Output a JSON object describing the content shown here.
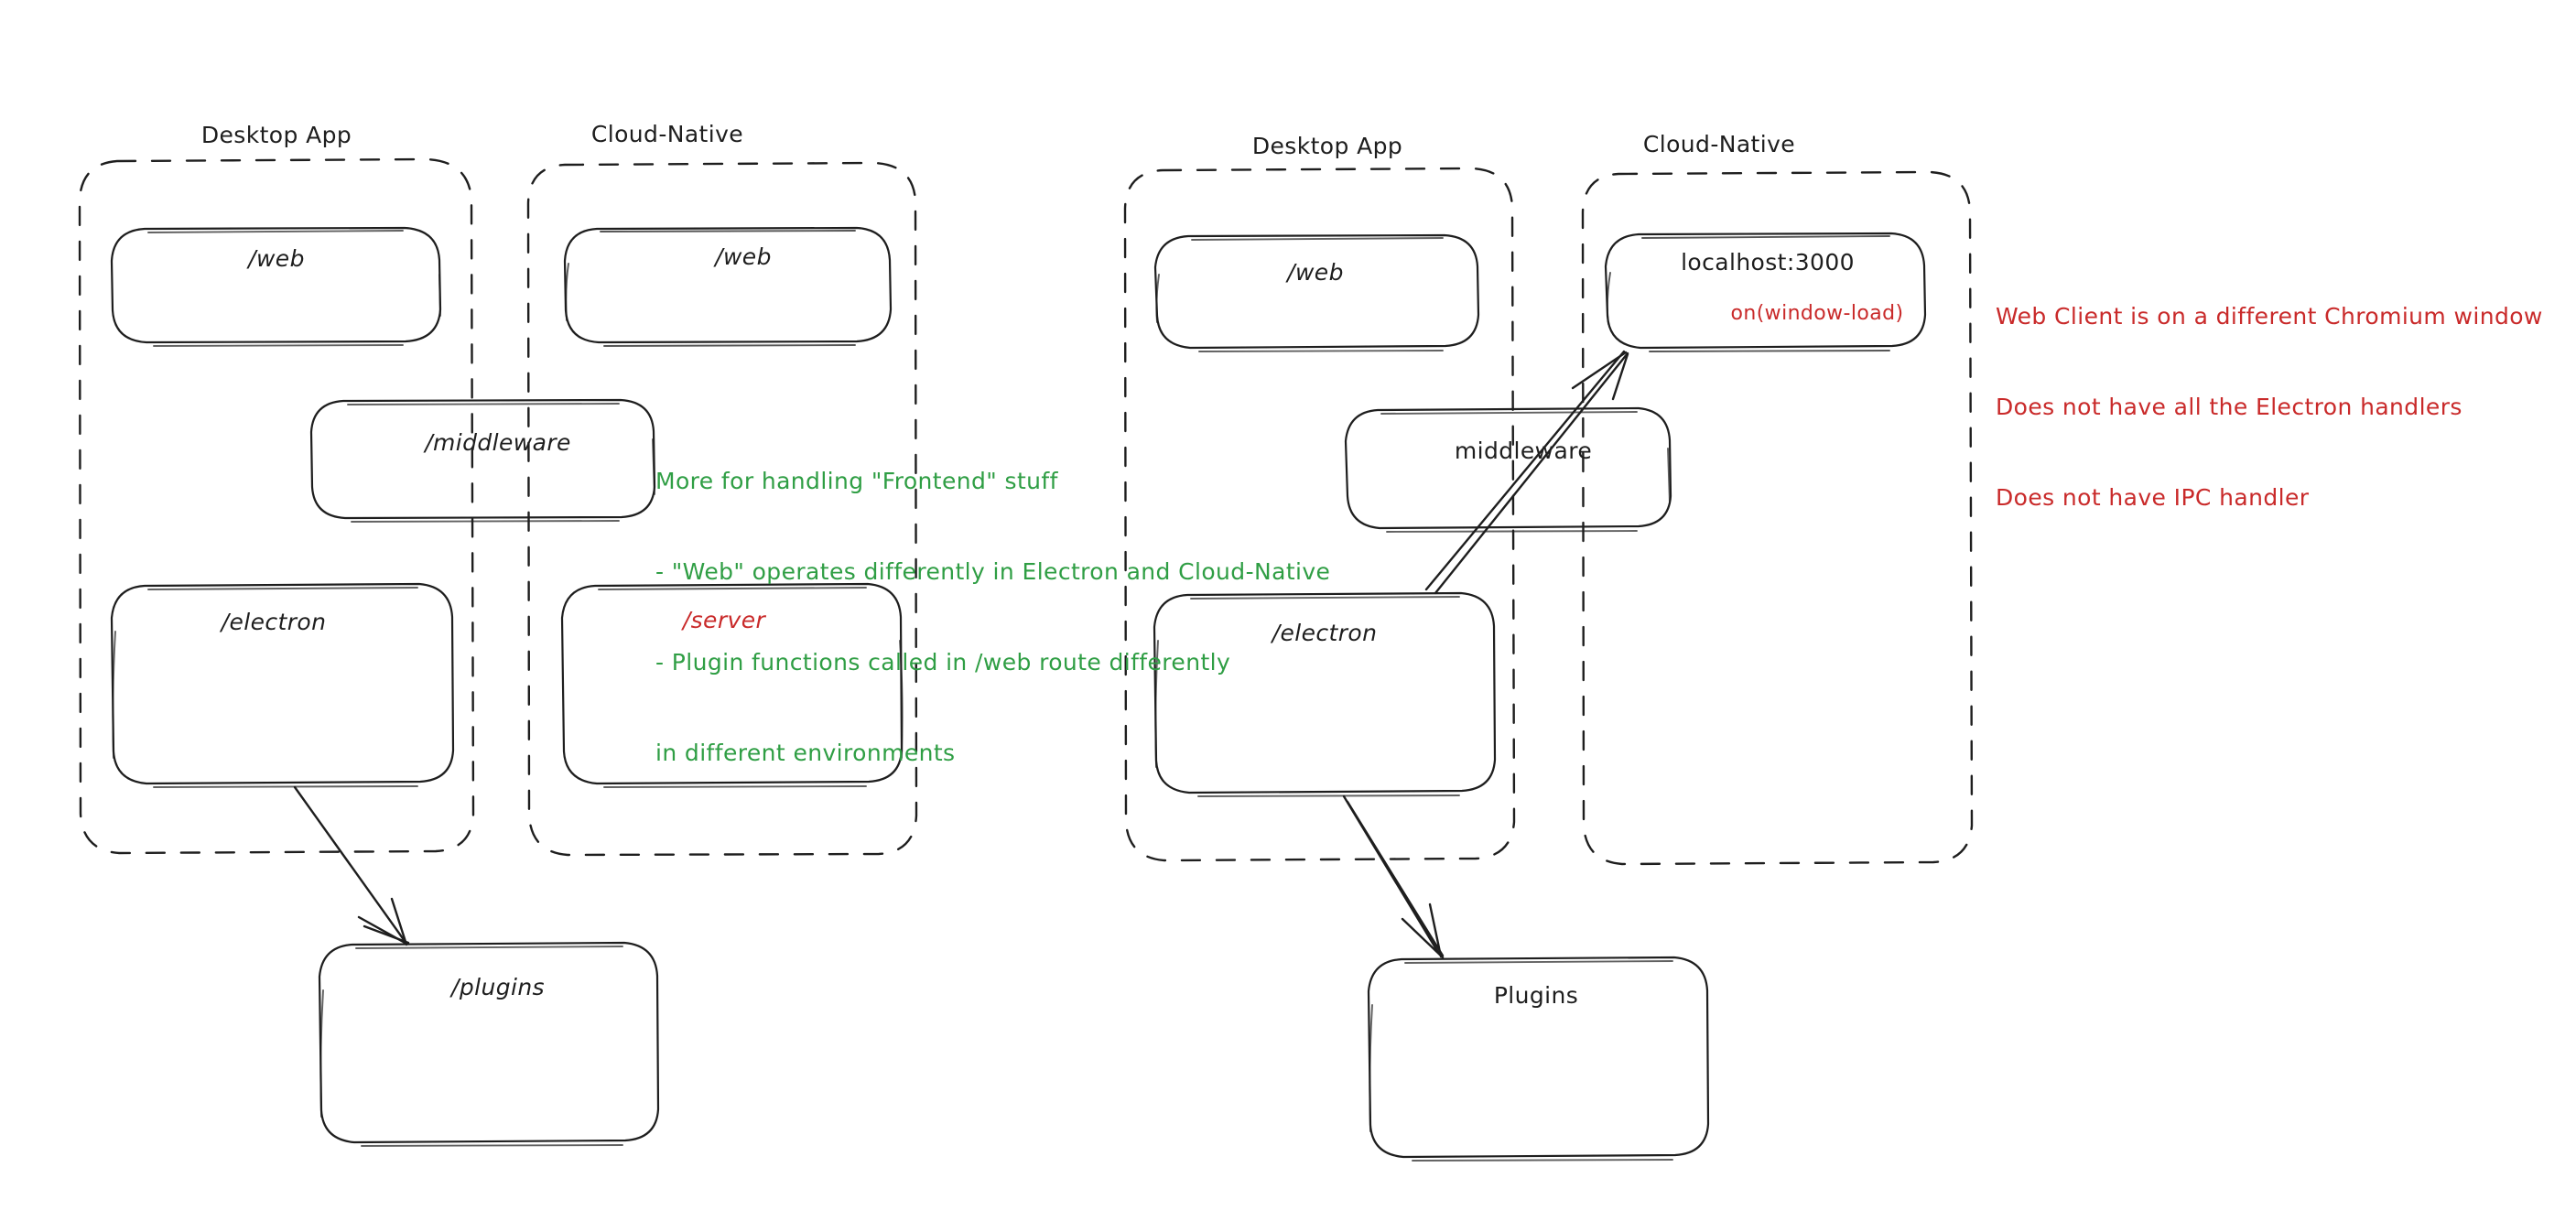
{
  "diagram": {
    "title_hidden": "",
    "style": "hand-drawn architecture diagram",
    "colors": {
      "stroke": "#1e1e1e",
      "green": "#2f9e44",
      "red": "#c92a2a",
      "background": "#ffffff"
    },
    "panels": [
      {
        "id": "left",
        "groups": [
          {
            "id": "left-desktop",
            "title": "Desktop App"
          },
          {
            "id": "left-cloud",
            "title": "Cloud-Native"
          }
        ],
        "nodes": [
          {
            "id": "left-desktop-web",
            "label": "/web",
            "color": "#1e1e1e"
          },
          {
            "id": "left-cloud-web",
            "label": "/web",
            "color": "#1e1e1e"
          },
          {
            "id": "left-middleware",
            "label": "/middleware",
            "color": "#1e1e1e"
          },
          {
            "id": "left-electron",
            "label": "/electron",
            "color": "#1e1e1e"
          },
          {
            "id": "left-server",
            "label": "/server",
            "color": "#c92a2a"
          },
          {
            "id": "left-plugins",
            "label": "/plugins",
            "color": "#1e1e1e"
          }
        ],
        "annotation": {
          "color": "#2f9e44",
          "lines": [
            "More for handling \"Frontend\" stuff",
            "- \"Web\" operates differently in Electron and Cloud-Native",
            "- Plugin functions called in /web route differently",
            "in different environments"
          ]
        },
        "edges": [
          {
            "from": "left-electron",
            "to": "left-plugins"
          }
        ]
      },
      {
        "id": "right",
        "groups": [
          {
            "id": "right-desktop",
            "title": "Desktop App"
          },
          {
            "id": "right-cloud",
            "title": "Cloud-Native"
          }
        ],
        "nodes": [
          {
            "id": "right-desktop-web",
            "label": "/web",
            "color": "#1e1e1e"
          },
          {
            "id": "right-localhost",
            "label": "localhost:3000",
            "sublabel": "on(window-load)",
            "color": "#1e1e1e",
            "sublabel_color": "#c92a2a"
          },
          {
            "id": "right-middleware",
            "label": "middleware",
            "color": "#1e1e1e"
          },
          {
            "id": "right-electron",
            "label": "/electron",
            "color": "#1e1e1e"
          },
          {
            "id": "right-plugins",
            "label": "Plugins",
            "color": "#1e1e1e"
          }
        ],
        "annotation": {
          "color": "#c92a2a",
          "lines": [
            "Web Client is on a different Chromium window",
            "Does not have all the Electron handlers",
            "Does not have IPC handler"
          ]
        },
        "edges": [
          {
            "from": "right-electron",
            "to": "right-localhost"
          },
          {
            "from": "right-electron",
            "to": "right-plugins"
          }
        ]
      }
    ]
  }
}
